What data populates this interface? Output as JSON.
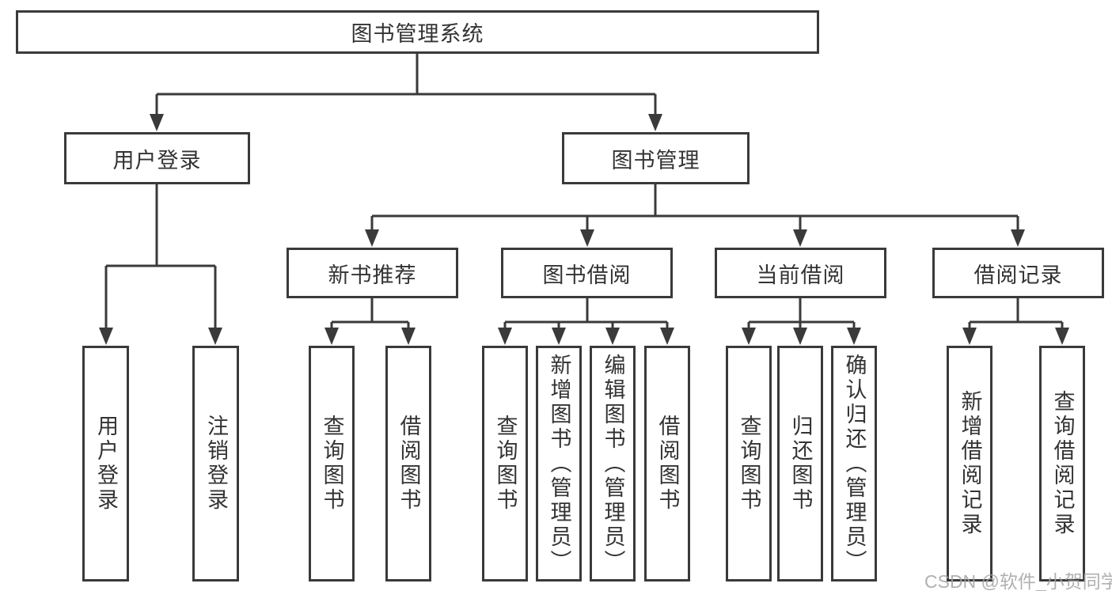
{
  "diagram": {
    "root": {
      "label": "图书管理系统"
    },
    "branches": [
      {
        "label": "用户登录",
        "children": [
          {
            "label": "用户登录"
          },
          {
            "label": "注销登录"
          }
        ]
      },
      {
        "label": "图书管理",
        "children": [
          {
            "label": "新书推荐",
            "children": [
              {
                "label": "查询图书"
              },
              {
                "label": "借阅图书"
              }
            ]
          },
          {
            "label": "图书借阅",
            "children": [
              {
                "label": "查询图书"
              },
              {
                "label": "新增图书（管理员）"
              },
              {
                "label": "编辑图书（管理员）"
              },
              {
                "label": "借阅图书"
              }
            ]
          },
          {
            "label": "当前借阅",
            "children": [
              {
                "label": "查询图书"
              },
              {
                "label": "归还图书"
              },
              {
                "label": "确认归还（管理员）"
              }
            ]
          },
          {
            "label": "借阅记录",
            "children": [
              {
                "label": "新增借阅记录"
              },
              {
                "label": "查询借阅记录"
              }
            ]
          }
        ]
      }
    ],
    "watermark": "CSDN @软件_小贺同学",
    "colors": {
      "line": "#3a3a3a",
      "text": "#333333",
      "box_background": "#ffffff",
      "background": "#ffffff",
      "watermark": "#a2a2a2"
    }
  }
}
